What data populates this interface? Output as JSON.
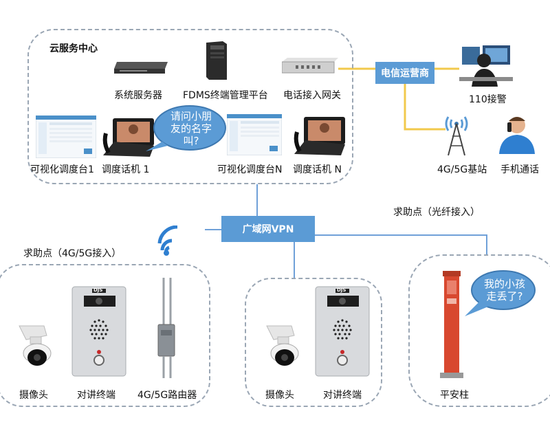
{
  "cloud": {
    "title": "云服务中心",
    "system_server": "系统服务器",
    "fdms_platform": "FDMS终端管理平台",
    "phone_gateway": "电话接入网关",
    "console_1": "可视化调度台1",
    "phone_1": "调度话机 1",
    "console_n": "可视化调度台N",
    "phone_n": "调度话机 N",
    "bubble_lines": [
      "请问小朋",
      "友的名字",
      "叫?"
    ]
  },
  "carrier": {
    "label": "电信运营商",
    "police": "110接警",
    "base_station": "4G/5G基站",
    "mobile_call": "手机通话"
  },
  "wan": {
    "label": "广域网VPN"
  },
  "help_4g": {
    "title": "求助点（4G/5G接入）",
    "camera": "摄像头",
    "intercom": "对讲终端",
    "router": "4G/5G路由器"
  },
  "help_fiber": {
    "title": "求助点（光纤接入）",
    "camera": "摄像头",
    "intercom": "对讲终端"
  },
  "safety_pillar": {
    "label": "平安柱",
    "bubble_lines": [
      "我的小孩",
      "走丢了?"
    ]
  },
  "device_brand": "DJS",
  "colors": {
    "accent_blue": "#5b9bd5",
    "link_yellow": "#f2c94c",
    "link_blue": "#6fa0d8",
    "zone_border": "#9aa6b4",
    "pillar_red": "#d8482f"
  }
}
